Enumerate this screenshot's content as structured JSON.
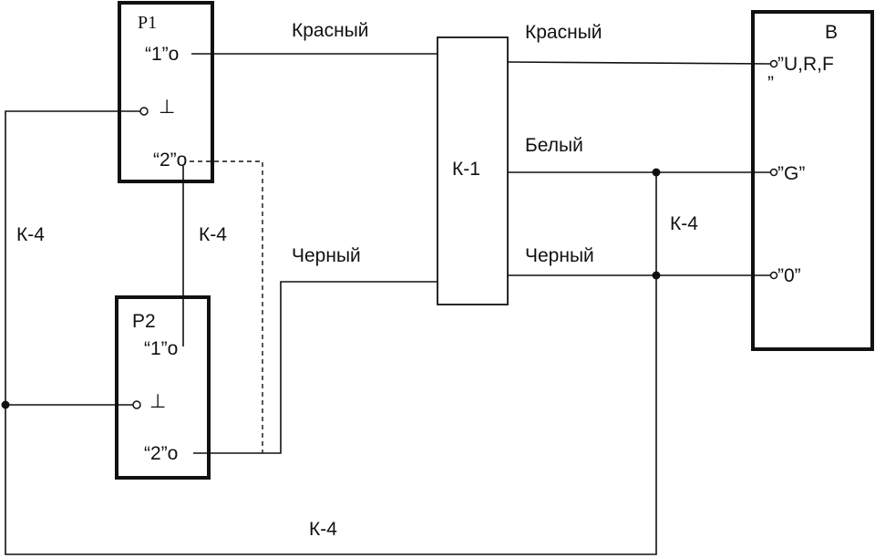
{
  "blocks": {
    "p1": {
      "title": "P1",
      "pin1": "“1”o",
      "pin2": "“2”o"
    },
    "p2": {
      "title": "P2",
      "pin1": "“1”o",
      "pin2": "“2”o"
    },
    "k1": {
      "title": "К-1"
    },
    "b": {
      "title": "B",
      "pin_urf": "”U,R,F",
      "pin_urf_tail": "”",
      "pin_g": "”G”",
      "pin_0": "”0”"
    }
  },
  "wire_labels": {
    "red_left": "Красный",
    "red_right": "Красный",
    "white": "Белый",
    "black_left": "Черный",
    "black_right": "Черный"
  },
  "cable_labels": {
    "left": "К-4",
    "middle": "К-4",
    "right": "К-4",
    "bottom": "К-4"
  },
  "symbols": {
    "ground": "⊥"
  },
  "colors": {
    "ink": "#111111",
    "background": "#ffffff"
  }
}
